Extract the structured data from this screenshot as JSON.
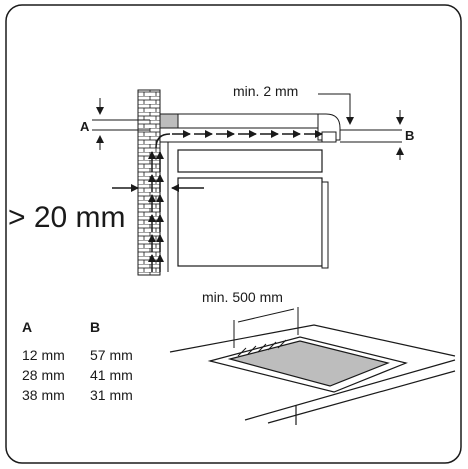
{
  "labels": {
    "min_gap": "min. 2 mm",
    "marker_a": "A",
    "marker_b": "B",
    "wall_distance": "> 20 mm",
    "cutout_width": "min. 500 mm"
  },
  "table": {
    "headers": [
      "A",
      "B"
    ],
    "rows": [
      [
        "12 mm",
        "57 mm"
      ],
      [
        "28 mm",
        "41 mm"
      ],
      [
        "38 mm",
        "31 mm"
      ]
    ]
  }
}
